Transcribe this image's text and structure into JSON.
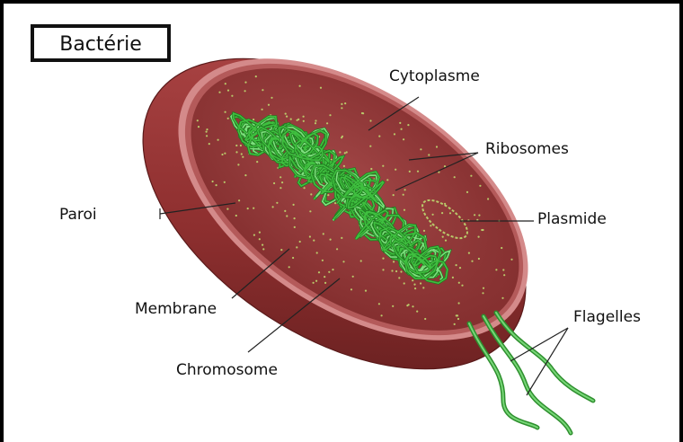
{
  "title": "Bactérie",
  "labels": {
    "cytoplasme": "Cytoplasme",
    "ribosomes": "Ribosomes",
    "plasmide": "Plasmide",
    "paroi": "Paroi",
    "membrane": "Membrane",
    "chromosome": "Chromosome",
    "flagelles": "Flagelles"
  },
  "colors": {
    "wall": "#9a3b3b",
    "wall_dark": "#6e2424",
    "membrane": "#d98c8c",
    "cytoplasm": "#8e3434",
    "ribosome": "#b9c96a",
    "dna": "#3fbf3f",
    "dna_light": "#7de07d"
  }
}
